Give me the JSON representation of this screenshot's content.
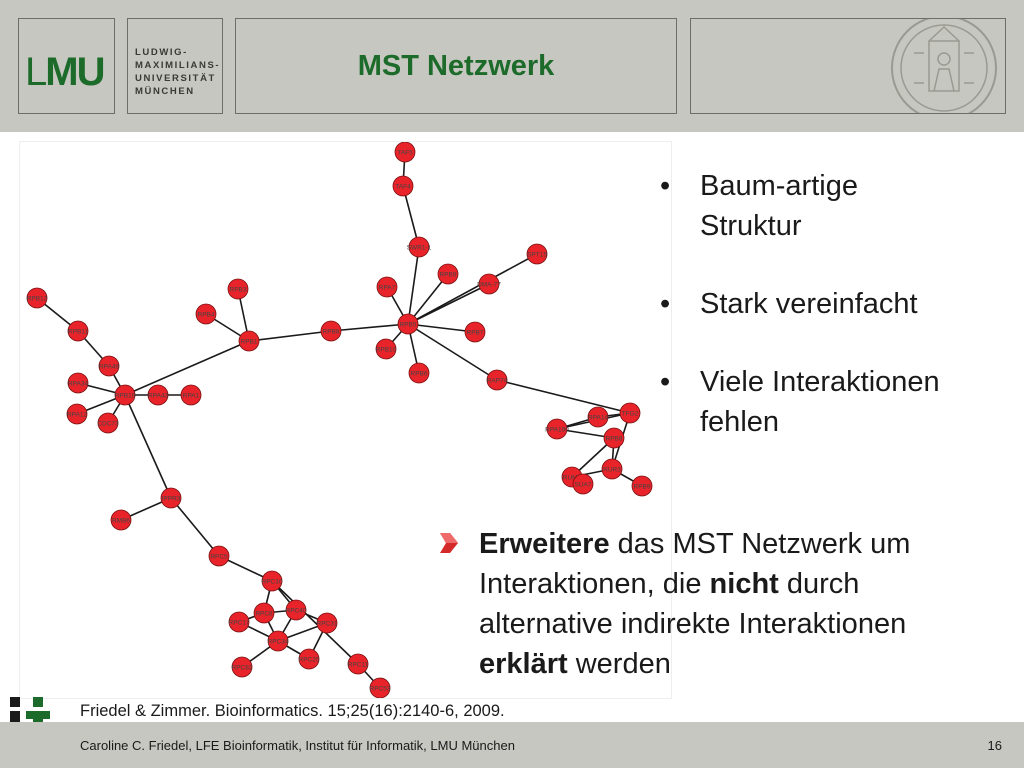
{
  "header": {
    "logo_text_l": "L",
    "logo_text_mu": "MU",
    "university_lines": [
      "LUDWIG-",
      "MAXIMILIANS-",
      "UNIVERSITÄT",
      "MÜNCHEN"
    ],
    "title": "MST Netzwerk"
  },
  "colors": {
    "brand_green": "#1d6b2a",
    "header_gray": "#c6c7c0",
    "node_red": "#e8242a",
    "arrow_red": "#d42a2a"
  },
  "network": {
    "nodes": [
      {
        "id": "n1",
        "label": "TAF5"
      },
      {
        "id": "n2",
        "label": "TAF4"
      },
      {
        "id": "n3",
        "label": "SWR1-1"
      },
      {
        "id": "n4",
        "label": "SPT15"
      },
      {
        "id": "n5",
        "label": "RPB9"
      },
      {
        "id": "n6",
        "label": "DMA-77"
      },
      {
        "id": "n7",
        "label": "RPA7"
      },
      {
        "id": "n8",
        "label": "RPB5"
      },
      {
        "id": "n9",
        "label": "RPB7"
      },
      {
        "id": "n10",
        "label": "RPB8"
      },
      {
        "id": "n11",
        "label": "RPB10"
      },
      {
        "id": "n12",
        "label": "RPB6"
      },
      {
        "id": "n13",
        "label": "RAP74"
      },
      {
        "id": "n14",
        "label": "RPB3"
      },
      {
        "id": "n15",
        "label": "RPB4"
      },
      {
        "id": "n16",
        "label": "RPB1"
      },
      {
        "id": "n17",
        "label": "RPB12"
      },
      {
        "id": "n18",
        "label": "RPB11"
      },
      {
        "id": "n19",
        "label": "RPA49"
      },
      {
        "id": "n20",
        "label": "RPA34"
      },
      {
        "id": "n21",
        "label": "RPB19"
      },
      {
        "id": "n22",
        "label": "RPA43"
      },
      {
        "id": "n23",
        "label": "RPA1"
      },
      {
        "id": "n24",
        "label": "RPA12"
      },
      {
        "id": "n25",
        "label": "CDC73"
      },
      {
        "id": "n26",
        "label": "RPA190"
      },
      {
        "id": "n27",
        "label": "RPA14"
      },
      {
        "id": "n28",
        "label": "TFG2"
      },
      {
        "id": "n29",
        "label": "RPB8"
      },
      {
        "id": "n30",
        "label": "RUR3"
      },
      {
        "id": "n31",
        "label": "RUM1"
      },
      {
        "id": "n32",
        "label": "RPB9"
      },
      {
        "id": "n33",
        "label": "SUA7"
      },
      {
        "id": "n34",
        "label": "IPPR3"
      },
      {
        "id": "n35",
        "label": "RMB6"
      },
      {
        "id": "n36",
        "label": "RPC5"
      },
      {
        "id": "n37",
        "label": "RPC10"
      },
      {
        "id": "n38",
        "label": "RPC8"
      },
      {
        "id": "n39",
        "label": "RPC40"
      },
      {
        "id": "n40",
        "label": "RPC17"
      },
      {
        "id": "n41",
        "label": "RPC31"
      },
      {
        "id": "n42",
        "label": "RPC34"
      },
      {
        "id": "n43",
        "label": "RPC25"
      },
      {
        "id": "n44",
        "label": "RPC82"
      },
      {
        "id": "n45",
        "label": "RPC11"
      },
      {
        "id": "n46",
        "label": "RPC53"
      },
      {
        "id": "n47",
        "label": "RPC1"
      },
      {
        "id": "n48",
        "label": "MAF1"
      }
    ]
  },
  "bullets": [
    {
      "symbol": "•",
      "lines": [
        "Baum-artige",
        "Struktur"
      ]
    },
    {
      "symbol": "•",
      "lines": [
        "Stark vereinfacht"
      ]
    },
    {
      "symbol": "•",
      "lines": [
        "Viele Interaktionen",
        "fehlen"
      ]
    }
  ],
  "arrow_point": {
    "bold1": "Erweitere",
    "text1": " das MST Netzwerk um",
    "text2": "Interaktionen, die ",
    "bold2": "nicht",
    "text3": " durch",
    "text4": "alternative indirekte Interaktionen",
    "bold3": "erklärt",
    "text5": " werden"
  },
  "citation": "Friedel & Zimmer. Bioinformatics. 15;25(16):2140-6, 2009.",
  "footer": {
    "text": "Caroline C. Friedel, LFE Bioinformatik, Institut für Informatik, LMU München",
    "page_number": "16"
  }
}
